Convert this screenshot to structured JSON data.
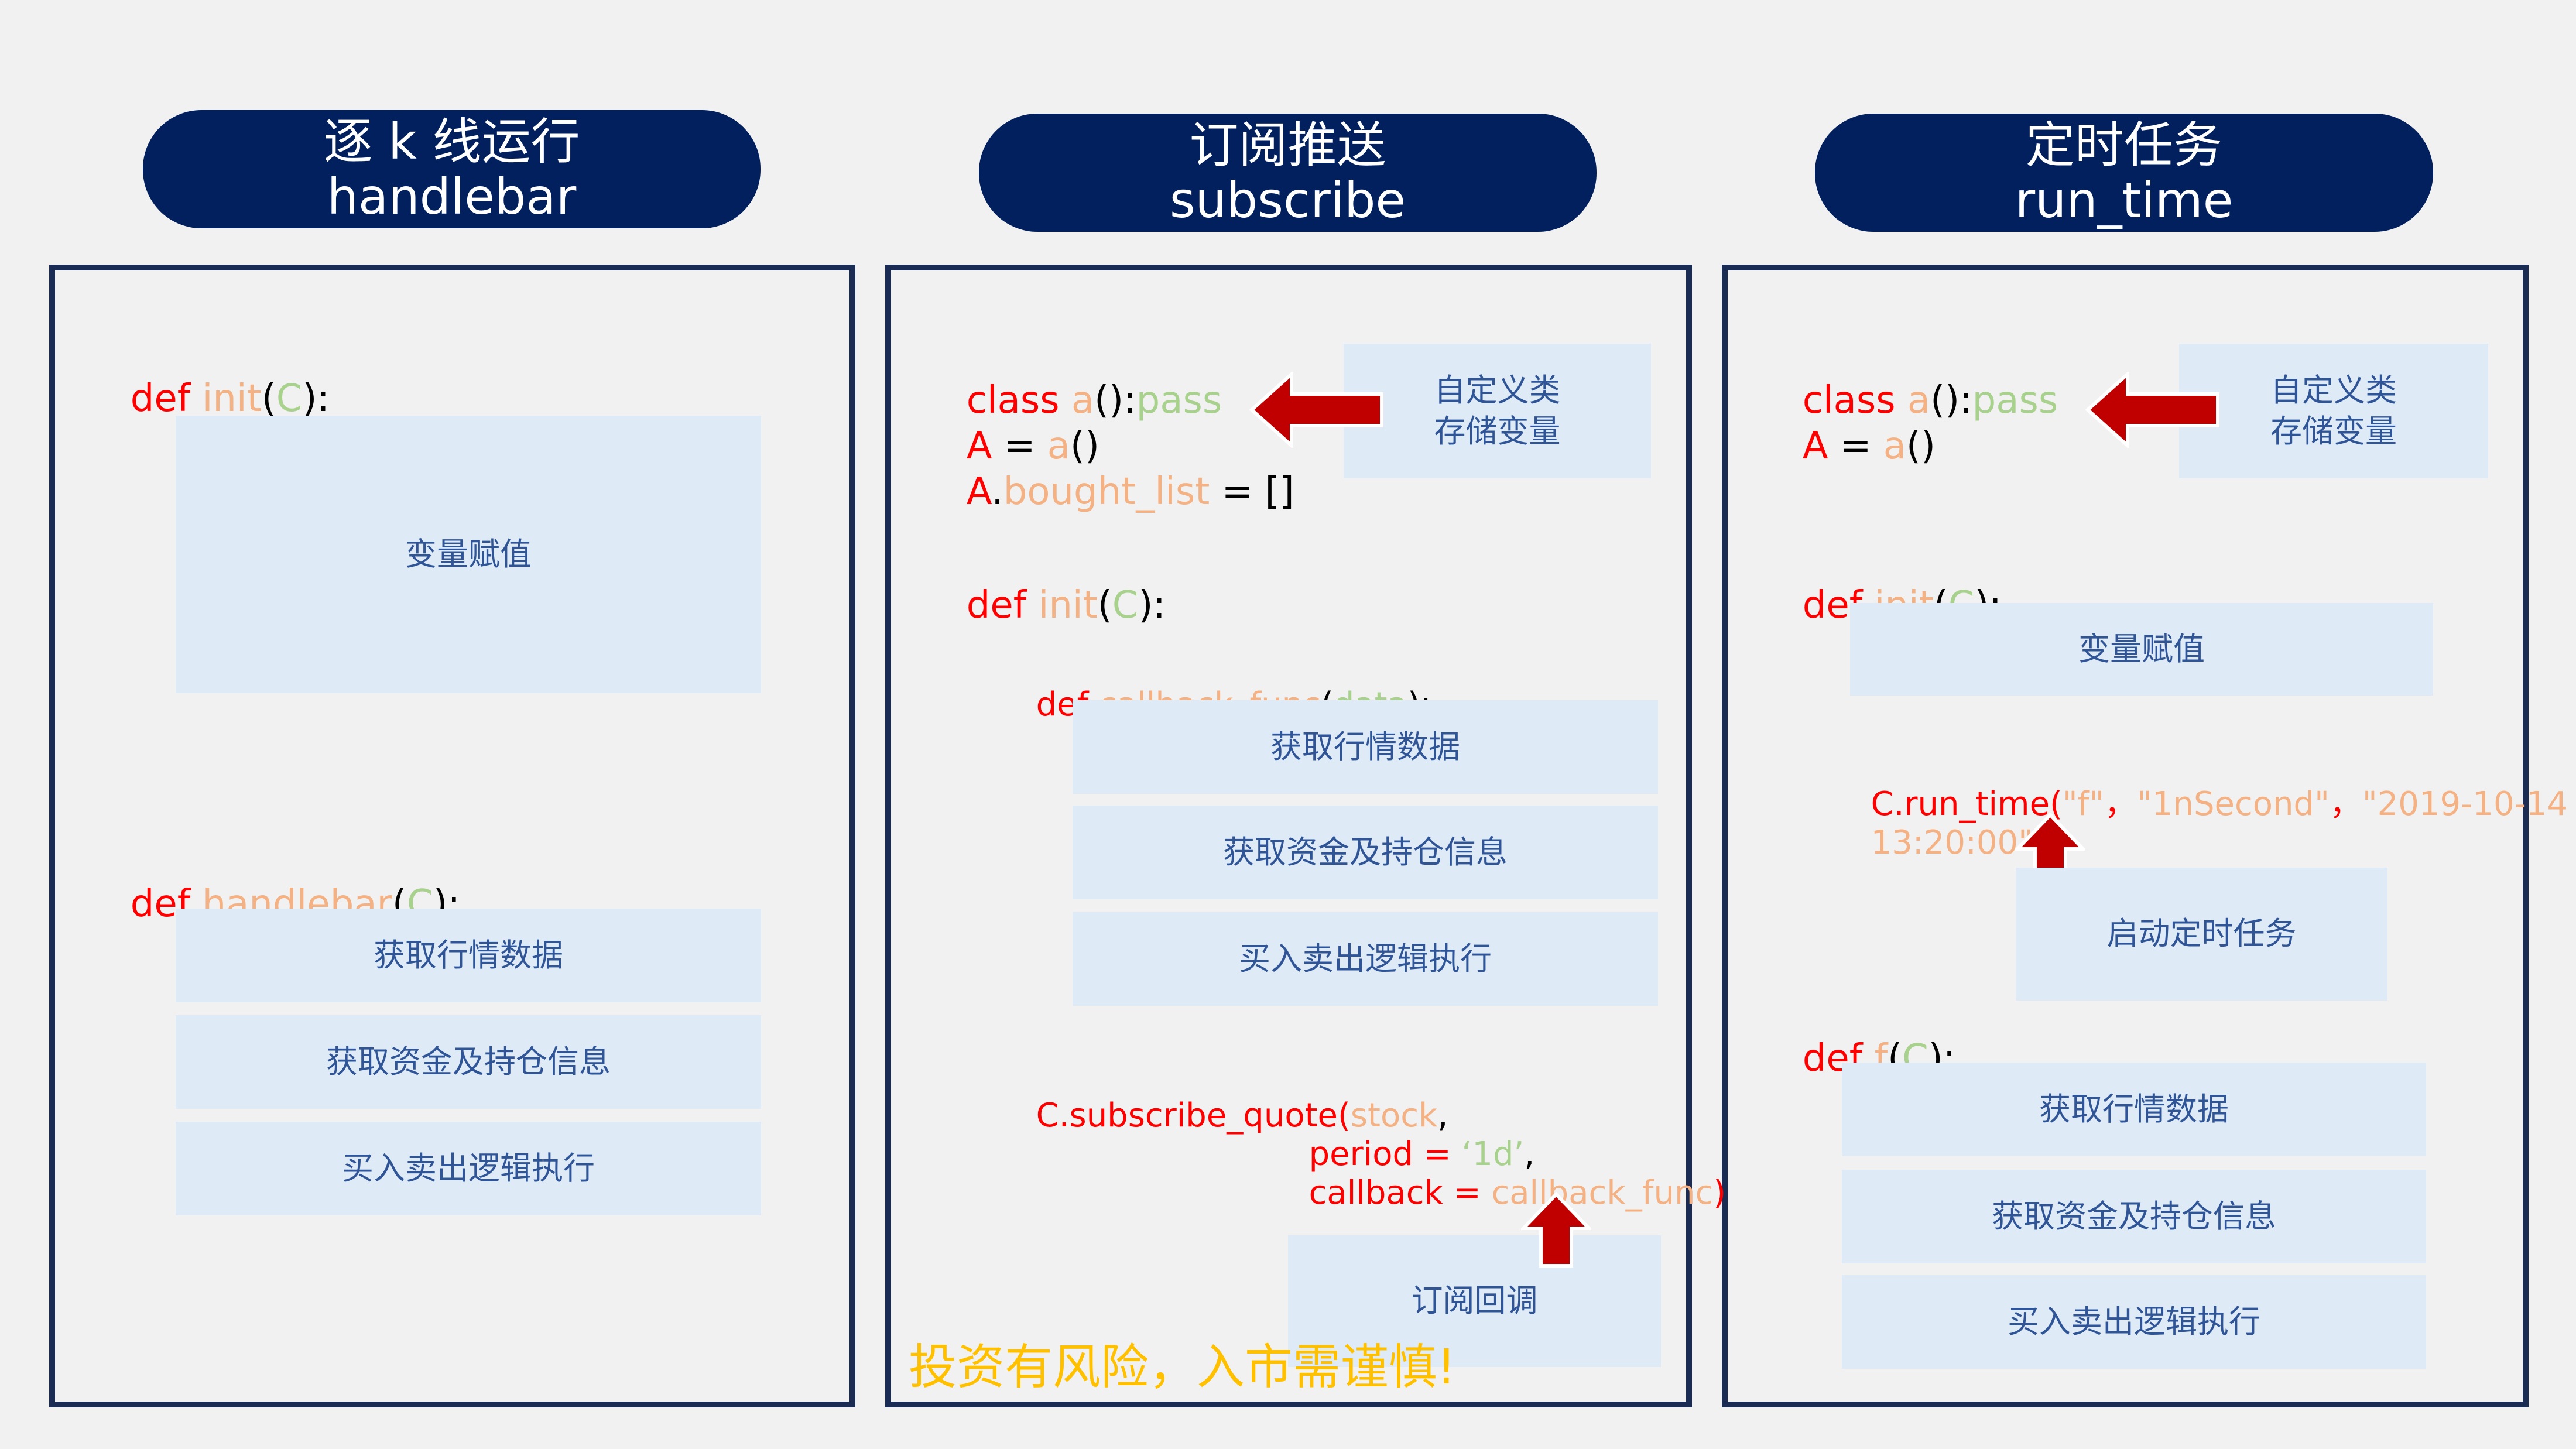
{
  "columns": [
    {
      "title_cn": "逐 k 线运行",
      "title_en": "handlebar",
      "init_def": {
        "kw": "def",
        "fn": "init",
        "open": "(",
        "arg": "C",
        "close": "):"
      },
      "init_box": "变量赋值",
      "handlebar_def": {
        "kw": "def",
        "fn": "handlebar",
        "open": "(",
        "arg": "C",
        "close": "):"
      },
      "steps": [
        "获取行情数据",
        "获取资金及持仓信息",
        "买入卖出逻辑执行"
      ]
    },
    {
      "title_cn": "订阅推送",
      "title_en": "subscribe",
      "class_line": {
        "kw": "class",
        "fn": "a",
        "paren": "():",
        "arg": "pass"
      },
      "inst_line": {
        "kw": "A",
        "eq": " = ",
        "fn": "a",
        "paren": "()"
      },
      "attr_line": {
        "kw": "A",
        "dot": ".",
        "fn": "bought_list",
        "rest": " = []"
      },
      "class_box": [
        "自定义类",
        "存储变量"
      ],
      "init_def": {
        "kw": "def",
        "fn": "init",
        "open": "(",
        "arg": "C",
        "close": "):"
      },
      "callback_def": {
        "kw": "def",
        "fn": "callback_func",
        "open": "(",
        "arg": "data",
        "close": "):"
      },
      "steps": [
        "获取行情数据",
        "获取资金及持仓信息",
        "买入卖出逻辑执行"
      ],
      "subscribe_call": {
        "line1_kw": "C.subscribe_quote(",
        "line1_arg": "stock",
        "line1_end": ",",
        "line2_kw": "period = ",
        "line2_arg": "‘1d’",
        "line2_end": ",",
        "line3_kw": "callback = ",
        "line3_arg": "callback_func",
        "line3_end": ")"
      },
      "callback_box": "订阅回调",
      "disclaimer": "投资有风险，入市需谨慎!"
    },
    {
      "title_cn": "定时任务",
      "title_en": "run_time",
      "class_line": {
        "kw": "class",
        "fn": "a",
        "paren": "():",
        "arg": "pass"
      },
      "inst_line": {
        "kw": "A",
        "eq": " = ",
        "fn": "a",
        "paren": "()"
      },
      "class_box": [
        "自定义类",
        "存储变量"
      ],
      "init_def": {
        "kw": "def",
        "fn": "init",
        "open": "(",
        "arg": "C",
        "close": "):"
      },
      "init_box": "变量赋值",
      "run_time_call": {
        "kw": "C.run_time(",
        "args1": "\"f\"",
        "sep1": "，",
        "args2": "\"1nSecond\"",
        "sep2": "，",
        "args3": "\"2019-10-14",
        "args3b": "13:20:00\"",
        "end": ")"
      },
      "start_box": "启动定时任务",
      "f_def": {
        "kw": "def",
        "fn": "f",
        "open": "(",
        "arg": "C",
        "close": "):"
      },
      "steps": [
        "获取行情数据",
        "获取资金及持仓信息",
        "买入卖出逻辑执行"
      ]
    }
  ],
  "colors": {
    "pill_bg": "#02205d",
    "panel_border": "#1a2c54",
    "box_bg": "#deeaf6",
    "box_text": "#2f5597",
    "keyword": "#ff0000",
    "name": "#f4b183",
    "argument": "#a9d18e",
    "arrow": "#c00000",
    "disclaimer": "#ffc000"
  }
}
